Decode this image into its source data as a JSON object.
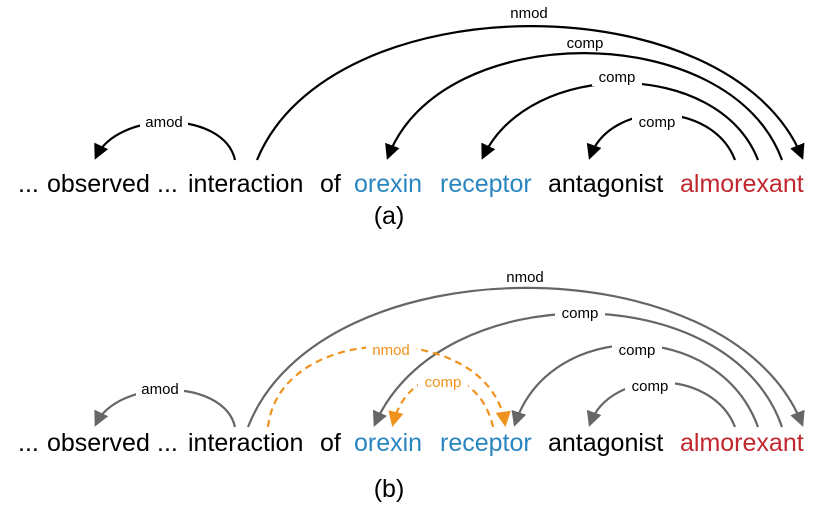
{
  "colors": {
    "plain": "#000000",
    "entity_blue": "#2a86c0",
    "entity_red": "#c1272d",
    "arc_a": "#000000",
    "arc_b": "#666666",
    "arc_new": "#f0921e"
  },
  "panels": [
    {
      "label": "(a)",
      "tokens": [
        {
          "text": "...",
          "kind": "plain"
        },
        {
          "text": "observed",
          "kind": "plain"
        },
        {
          "text": "...",
          "kind": "plain"
        },
        {
          "text": "interaction",
          "kind": "plain"
        },
        {
          "text": "of",
          "kind": "plain"
        },
        {
          "text": "orexin",
          "kind": "entity_blue"
        },
        {
          "text": "receptor",
          "kind": "entity_blue"
        },
        {
          "text": "antagonist",
          "kind": "plain"
        },
        {
          "text": "almorexant",
          "kind": "entity_red"
        }
      ],
      "arcs": [
        {
          "label": "amod",
          "head": "interaction",
          "dependent": "observed",
          "style": "solid"
        },
        {
          "label": "nmod",
          "head": "interaction",
          "dependent": "almorexant",
          "style": "solid"
        },
        {
          "label": "comp",
          "head": "almorexant",
          "dependent": "orexin",
          "style": "solid"
        },
        {
          "label": "comp",
          "head": "almorexant",
          "dependent": "receptor",
          "style": "solid"
        },
        {
          "label": "comp",
          "head": "almorexant",
          "dependent": "antagonist",
          "style": "solid"
        }
      ]
    },
    {
      "label": "(b)",
      "tokens": [
        {
          "text": "...",
          "kind": "plain"
        },
        {
          "text": "observed",
          "kind": "plain"
        },
        {
          "text": "...",
          "kind": "plain"
        },
        {
          "text": "interaction",
          "kind": "plain"
        },
        {
          "text": "of",
          "kind": "plain"
        },
        {
          "text": "orexin",
          "kind": "entity_blue"
        },
        {
          "text": "receptor",
          "kind": "entity_blue"
        },
        {
          "text": "antagonist",
          "kind": "plain"
        },
        {
          "text": "almorexant",
          "kind": "entity_red"
        }
      ],
      "arcs": [
        {
          "label": "amod",
          "head": "interaction",
          "dependent": "observed",
          "style": "solid"
        },
        {
          "label": "nmod",
          "head": "interaction",
          "dependent": "almorexant",
          "style": "solid"
        },
        {
          "label": "comp",
          "head": "almorexant",
          "dependent": "orexin",
          "style": "solid"
        },
        {
          "label": "comp",
          "head": "almorexant",
          "dependent": "receptor",
          "style": "solid"
        },
        {
          "label": "comp",
          "head": "almorexant",
          "dependent": "antagonist",
          "style": "solid"
        },
        {
          "label": "nmod",
          "head": "interaction",
          "dependent": "receptor",
          "style": "dashed"
        },
        {
          "label": "comp",
          "head": "receptor",
          "dependent": "orexin",
          "style": "dashed"
        }
      ]
    }
  ]
}
